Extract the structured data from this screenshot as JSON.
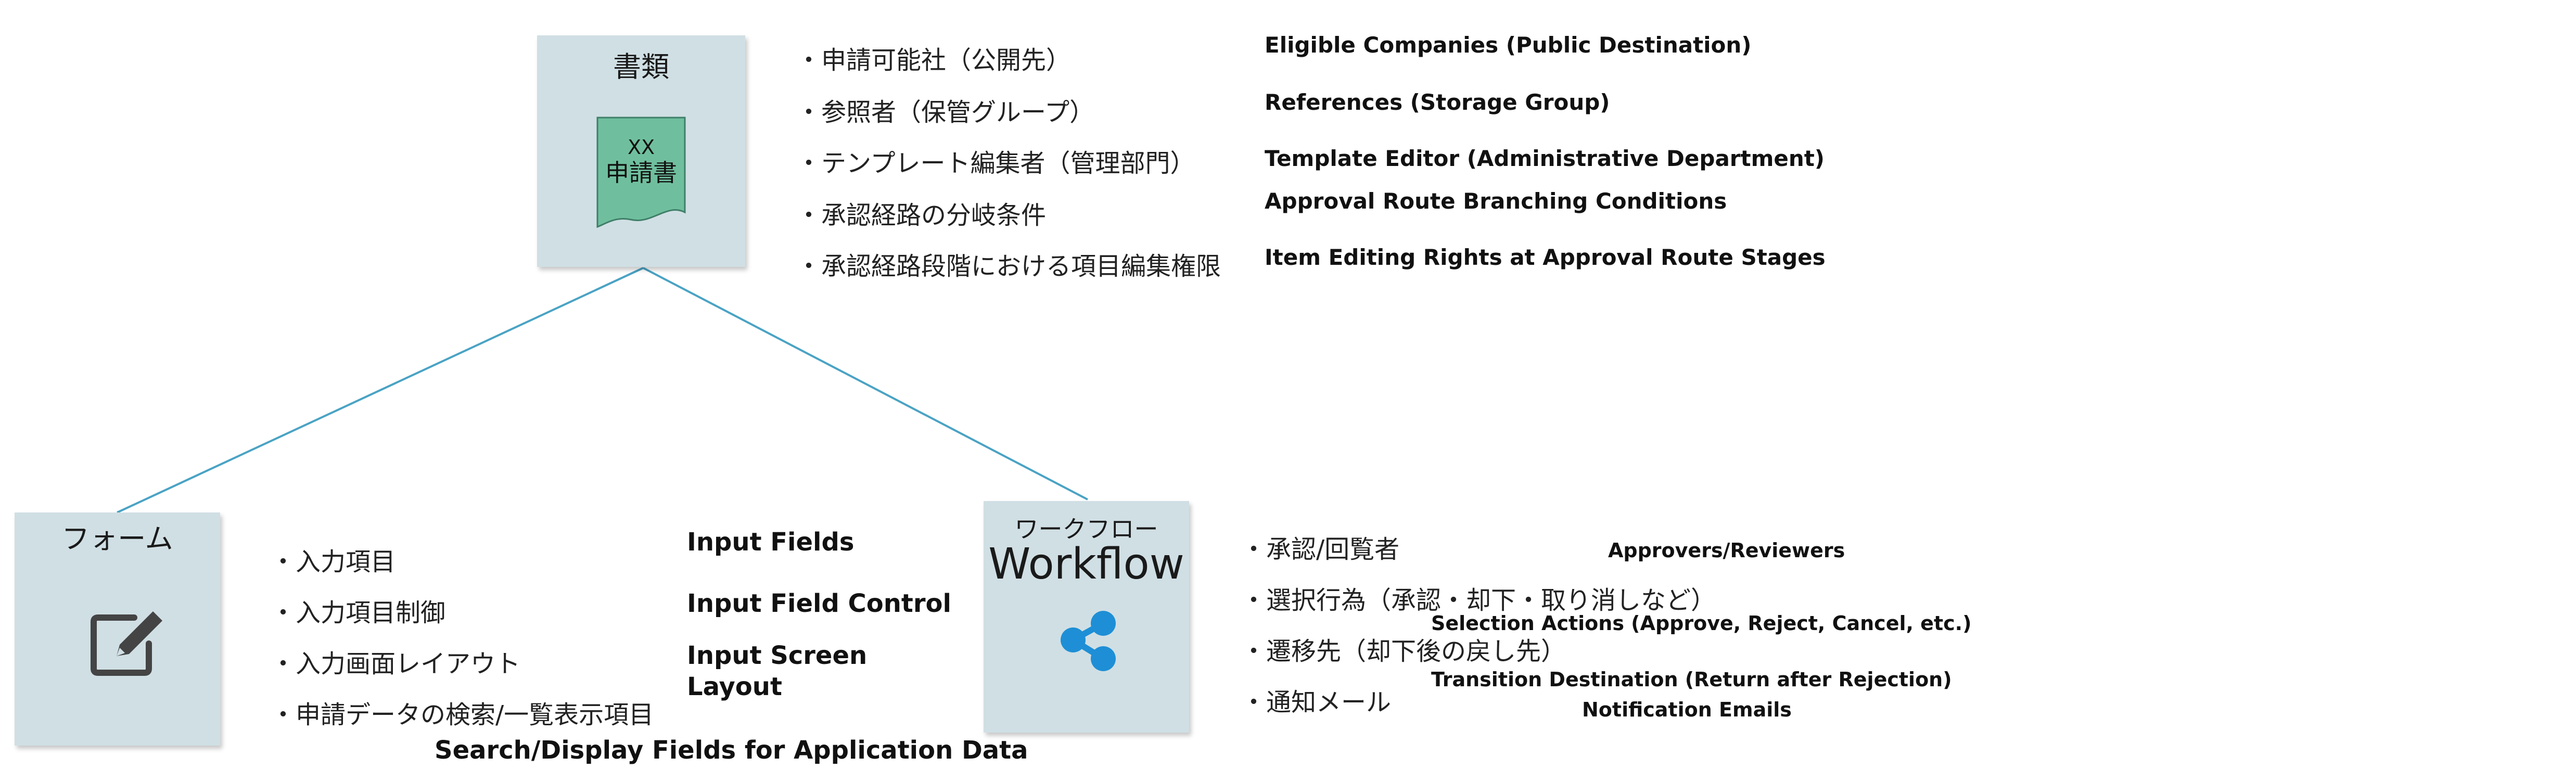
{
  "colors": {
    "node_fill": "#d0dfe4",
    "connector": "#4aa3c4",
    "document_icon": "#6fbf9e",
    "share_icon": "#1e8fd6",
    "edit_icon": "#444444"
  },
  "documents_node": {
    "title": "書類",
    "icon": "document-icon",
    "icon_text_line1": "XX",
    "icon_text_line2": "申請書",
    "bullets": [
      "・申請可能社（公開先）",
      "・参照者（保管グループ）",
      "・テンプレート編集者（管理部門）",
      "・承認経路の分岐条件",
      "・承認経路段階における項目編集権限"
    ],
    "translations": [
      "Eligible Companies (Public Destination)",
      "References (Storage Group)",
      "Template Editor (Administrative Department)",
      "Approval Route Branching Conditions",
      "Item Editing Rights at Approval Route Stages"
    ]
  },
  "form_node": {
    "title": "フォーム",
    "icon": "edit-icon",
    "bullets": [
      "・入力項目",
      "・入力項目制御",
      "・入力画面レイアウト",
      "・申請データの検索/一覧表示項目"
    ],
    "translations": [
      "Input Fields",
      "Input Field Control",
      "Input Screen",
      "Layout",
      "Search/Display Fields for Application Data"
    ]
  },
  "workflow_node": {
    "title_jp": "ワークフロー",
    "title_en": "Workflow",
    "icon": "share-icon",
    "bullets": [
      "・承認/回覧者",
      "・選択行為（承認・却下・取り消しなど）",
      "・遷移先（却下後の戻し先）",
      "・通知メール"
    ],
    "translations": [
      "Approvers/Reviewers",
      "Selection Actions (Approve, Reject, Cancel, etc.)",
      "Transition Destination (Return after Rejection)",
      "Notification Emails"
    ]
  }
}
